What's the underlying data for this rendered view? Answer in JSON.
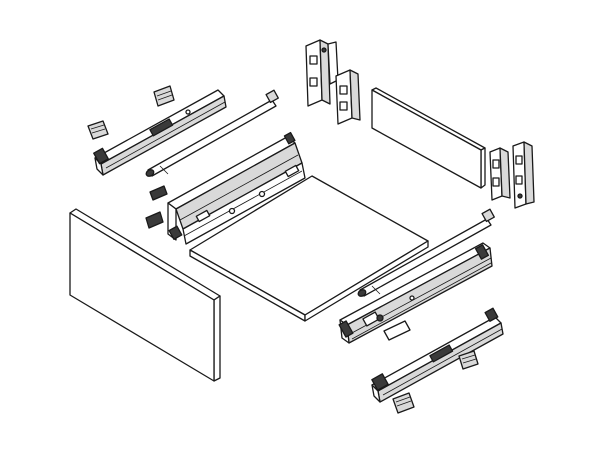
{
  "diagram": {
    "title": "",
    "line_color": "#1a1a1a",
    "panel_fill": "#ffffff",
    "shade_fill": "#d9d9d9",
    "dark_fill": "#3a3a3a",
    "parts": [
      "front-panel",
      "drawer-bottom-panel",
      "back-panel",
      "left-drawer-side",
      "right-drawer-side",
      "upper-gallery-rail",
      "lower-gallery-rail",
      "upper-left-runner",
      "lower-right-runner",
      "rear-bracket-pair-left",
      "rear-bracket-pair-right",
      "front-fixing-bracket-left",
      "front-fixing-bracket-right",
      "runner-clip"
    ]
  }
}
